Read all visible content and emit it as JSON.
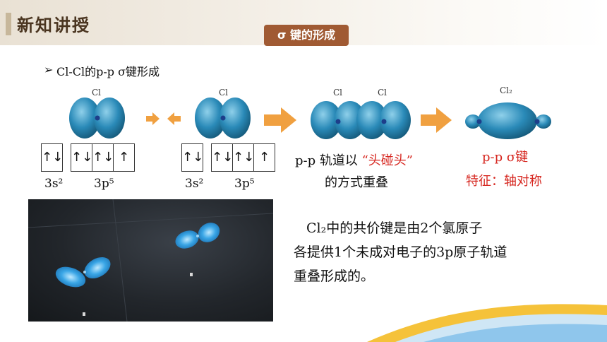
{
  "header": {
    "title": "新知讲授"
  },
  "topic_badge": "σ 键的形成",
  "bullet": {
    "marker": "➢",
    "text": "Cl-Cl的p-p σ键形成"
  },
  "atoms": {
    "cl": "Cl",
    "cl2": "Cl₂"
  },
  "orbital_diagrams": [
    {
      "cells_3s": [
        "↑↓"
      ],
      "cells_3p": [
        "↑↓",
        "↑↓",
        "↑"
      ],
      "label_3s": "3s²",
      "label_3p": "3p⁵"
    },
    {
      "cells_3s": [
        "↑↓"
      ],
      "cells_3p": [
        "↑↓",
        "↑↓",
        "↑"
      ],
      "label_3s": "3s²",
      "label_3p": "3p⁵"
    }
  ],
  "overlap": {
    "line1_prefix": "p-p 轨道以",
    "line1_highlight": "“头碰头”",
    "line2": "的方式重叠"
  },
  "feature": {
    "line1": "p-p  σ键",
    "line2": "特征：轴对称"
  },
  "paragraph": {
    "line1": "Cl₂中的共价键是由2个氯原子",
    "line2": "各提供1个未成对电子的3p原子轨道",
    "line3": "重叠形成的。"
  },
  "colors": {
    "badge": "#a05a33",
    "highlight": "#d6261f",
    "orbital": "#2a8ab8",
    "arrow": "#f0a040"
  }
}
